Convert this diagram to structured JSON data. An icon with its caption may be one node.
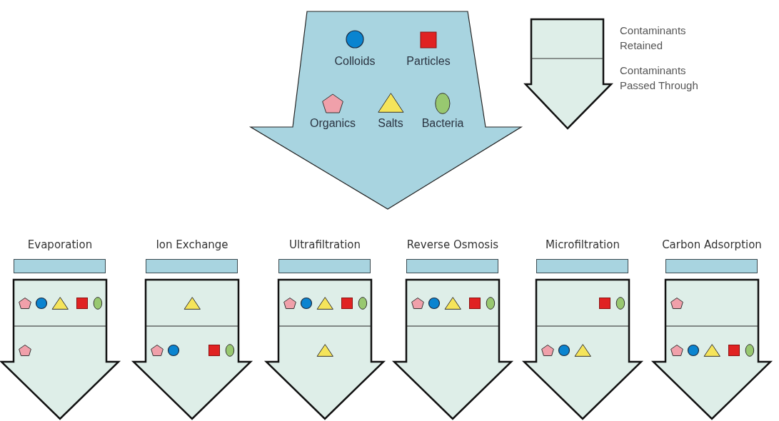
{
  "diagram": {
    "nodes": [
      {
        "text": [
          "Colloids",
          "Particles",
          "Organics",
          "Salts",
          "Bacteria"
        ]
      },
      {
        "text": [
          "Evaporation"
        ]
      },
      {
        "text": [
          "Ion Exchange"
        ]
      },
      {
        "text": [
          "Ultrafiltration"
        ]
      },
      {
        "text": [
          "Reverse Osmosis"
        ]
      },
      {
        "text": [
          "Microfiltration"
        ]
      },
      {
        "text": [
          "Carbon Adsorption"
        ]
      }
    ],
    "legend": [
      {
        "text": "Contaminants Retained"
      },
      {
        "text": "Contaminants Passed Through"
      }
    ]
  }
}
